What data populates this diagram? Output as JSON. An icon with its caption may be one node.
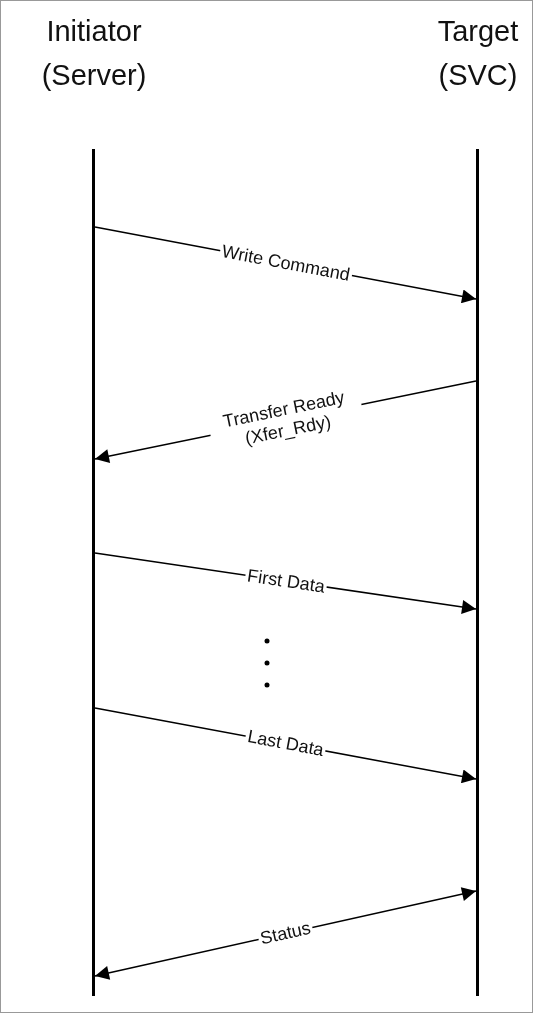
{
  "diagram": {
    "nodes": [
      {
        "text": [
          "Initiator (Server)"
        ]
      },
      {
        "text": [
          "Target (SVC)"
        ]
      }
    ],
    "edges": [
      {
        "from": 0,
        "to": 1,
        "arrow": "to",
        "label": "Write Command"
      },
      {
        "from": 1,
        "to": 0,
        "arrow": "to",
        "label": "Transfer Ready (Xfer_Rdy)"
      },
      {
        "from": 0,
        "to": 1,
        "arrow": "to",
        "label": "First Data"
      },
      {
        "from": 0,
        "to": 1,
        "arrow": "to",
        "label": "Last Data"
      },
      {
        "from": 1,
        "to": 0,
        "arrow": "both",
        "label": "Status"
      }
    ]
  }
}
